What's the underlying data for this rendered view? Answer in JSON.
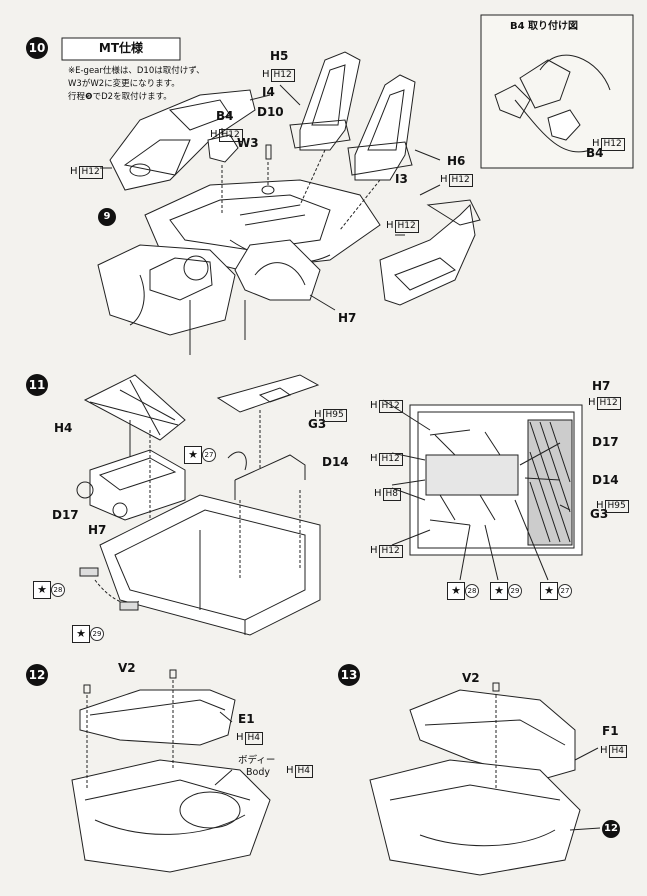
{
  "steps": [
    "10",
    "11",
    "12",
    "13"
  ],
  "step10": {
    "spec_title": "MT仕様",
    "note_lines": [
      "※E-gear仕様は、D10は取付けず、",
      "W3がW2に変更になります。",
      "行程❾でD2を取付けます。"
    ],
    "ref_step": "9",
    "labels": {
      "H5": "H5",
      "H5_sub": "H12",
      "I4": "I4",
      "B4": "B4",
      "B4_sub": "H12",
      "D10": "D10",
      "W3": "W3",
      "H12_left": "H12",
      "H6": "H6",
      "H6_sub": "H12",
      "I3": "I3",
      "H12_right": "H12",
      "H7": "H7"
    }
  },
  "inset": {
    "title": "B4 取り付け図",
    "B4": "B4",
    "B4_sub": "H12"
  },
  "step11": {
    "left": {
      "H4": "H4",
      "G3": "G3",
      "G3_sub": "H95",
      "D14": "D14",
      "D17": "D17",
      "H7": "H7",
      "star27": "27",
      "star28": "28",
      "star29": "29"
    },
    "right": {
      "H7": "H7",
      "H7_sub": "H12",
      "H12_a": "H12",
      "H12_b": "H12",
      "H12_c": "H12",
      "H8": "H8",
      "D17": "D17",
      "D14": "D14",
      "G3": "G3",
      "G3_sub": "H95",
      "star28": "28",
      "star29": "29",
      "star27": "27"
    }
  },
  "step12": {
    "V2": "V2",
    "E1": "E1",
    "E1_sub": "H4",
    "body_jp": "ボディー",
    "body_en": "Body",
    "body_sub": "H4"
  },
  "step13": {
    "V2": "V2",
    "F1": "F1",
    "F1_sub": "H4",
    "ref_step": "12"
  },
  "icons": [
    "star-icon"
  ]
}
